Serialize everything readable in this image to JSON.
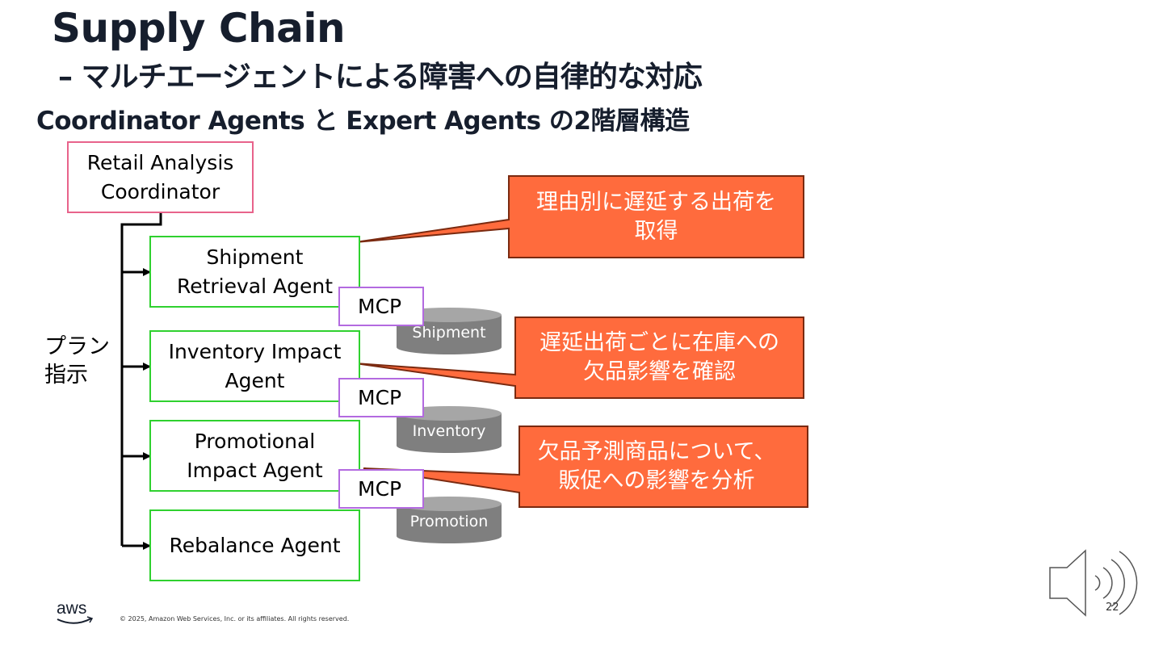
{
  "header": {
    "title": "Supply Chain",
    "subtitle": "– マルチエージェントによる障害への自律的な対応",
    "heading": "Coordinator Agents と Expert Agents の2階層構造"
  },
  "coordinator": {
    "label": "Retail Analysis\nCoordinator"
  },
  "plan_label": "プラン\n指示",
  "agents": [
    {
      "label": "Shipment\nRetrieval Agent"
    },
    {
      "label": "Inventory Impact\nAgent"
    },
    {
      "label": "Promotional\nImpact Agent"
    },
    {
      "label": "Rebalance Agent"
    }
  ],
  "mcp": [
    {
      "label": "MCP"
    },
    {
      "label": "MCP"
    },
    {
      "label": "MCP"
    }
  ],
  "databases": [
    {
      "label": "Shipment"
    },
    {
      "label": "Inventory"
    },
    {
      "label": "Promotion"
    }
  ],
  "callouts": [
    {
      "text": "理由別に遅延する出荷を\n取得"
    },
    {
      "text": "遅延出荷ごとに在庫への\n欠品影響を確認"
    },
    {
      "text": "欠品予測商品について、\n販促への影響を分析"
    }
  ],
  "colors": {
    "title": "#161e2d",
    "coordinator_border": "#e8638b",
    "agent_border": "#2fd12f",
    "mcp_border": "#b36ae0",
    "callout_fill": "#ff6b3d",
    "callout_border": "#7a2a10",
    "database_fill": "#7f7f7f"
  },
  "footer": {
    "logo": "aws",
    "copyright": "© 2025, Amazon Web Services, Inc. or its affiliates. All rights reserved.",
    "page_number": "22"
  },
  "speaker_icon": "speaker-icon"
}
